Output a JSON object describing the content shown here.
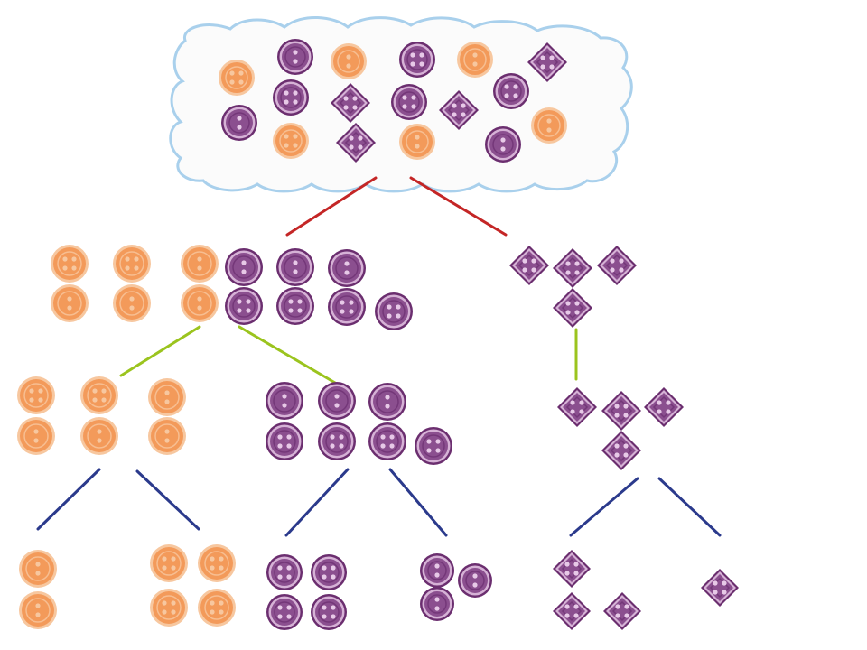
{
  "title": "",
  "legend": {
    "colors": {
      "orange_fill": "#f39a5a",
      "orange_rim": "#f7c79f",
      "orange_hole": "#c8662a",
      "purple_fill": "#8b4f8f",
      "purple_rim": "#d6b2d6",
      "purple_hole": "#e7c9e7",
      "purple_outline": "#6b2e6f",
      "cloud_fill": "#fbfbfb",
      "cloud_edge": "#a9d0ec",
      "line_red": "#c42626",
      "line_green": "#9bc41e",
      "line_blue": "#2b3a8c"
    }
  },
  "tree": {
    "root": {
      "label": "all-buttons",
      "items": [
        {
          "shape": "round",
          "color": "orange",
          "holes": 4
        },
        {
          "shape": "round",
          "color": "purple",
          "holes": 2
        },
        {
          "shape": "round",
          "color": "orange",
          "holes": 2
        },
        {
          "shape": "round",
          "color": "purple",
          "holes": 4
        },
        {
          "shape": "round",
          "color": "orange",
          "holes": 2
        },
        {
          "shape": "diamond",
          "color": "purple",
          "holes": 4
        },
        {
          "shape": "round",
          "color": "purple",
          "holes": 4
        },
        {
          "shape": "diamond",
          "color": "purple",
          "holes": 4
        },
        {
          "shape": "round",
          "color": "purple",
          "holes": 4
        },
        {
          "shape": "diamond",
          "color": "purple",
          "holes": 4
        },
        {
          "shape": "round",
          "color": "purple",
          "holes": 4
        },
        {
          "shape": "round",
          "color": "purple",
          "holes": 2
        },
        {
          "shape": "round",
          "color": "orange",
          "holes": 4
        },
        {
          "shape": "diamond",
          "color": "purple",
          "holes": 4
        },
        {
          "shape": "round",
          "color": "orange",
          "holes": 2
        },
        {
          "shape": "round",
          "color": "purple",
          "holes": 2
        },
        {
          "shape": "round",
          "color": "orange",
          "holes": 2
        }
      ]
    },
    "level1": [
      {
        "label": "round-buttons",
        "orange": 6,
        "purple": 7
      },
      {
        "label": "diamond-buttons",
        "purple": 4
      }
    ],
    "level2": [
      {
        "label": "orange-round",
        "count": 6
      },
      {
        "label": "purple-round",
        "count": 7
      },
      {
        "label": "purple-diamond",
        "count": 4
      }
    ],
    "level3": [
      {
        "label": "orange-2-holes",
        "count": 2
      },
      {
        "label": "orange-4-holes",
        "count": 4
      },
      {
        "label": "purple-4-holes",
        "count": 4
      },
      {
        "label": "purple-2-holes",
        "count": 3
      },
      {
        "label": "diamond-group-3",
        "count": 3
      },
      {
        "label": "diamond-single",
        "count": 1
      }
    ]
  }
}
